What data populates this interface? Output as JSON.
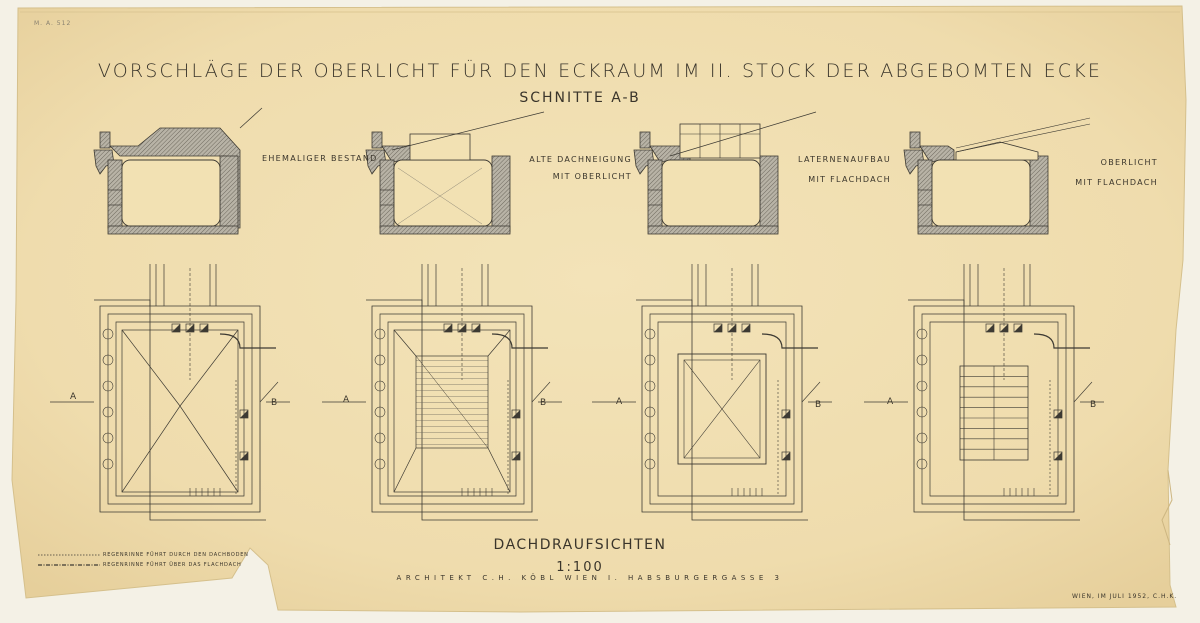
{
  "title": "VORSCHLÄGE DER OBERLICHT FÜR DEN ECKRAUM IM II. STOCK DER ABGEBOMTEN ECKE",
  "subtitle": "SCHNITTE A-B",
  "sections": [
    {
      "label_line1": "EHEMALIGER BESTAND",
      "label_line2": ""
    },
    {
      "label_line1": "ALTE DACHNEIGUNG",
      "label_line2": "MIT OBERLICHT"
    },
    {
      "label_line1": "LATERNENAUFBAU",
      "label_line2": "MIT FLACHDACH"
    },
    {
      "label_line1": "OBERLICHT",
      "label_line2": "MIT FLACHDACH"
    }
  ],
  "cut_marks": {
    "a": "A",
    "b": "B"
  },
  "plan_title": "DACHDRAUFSICHTEN",
  "scale": "1:100",
  "architect": "ARCHITEKT C.H. KÖBL WIEN I. HABSBURGERGASSE 3",
  "legend": [
    "REGENRINNE FÜHRT DURCH DEN DACHBODEN",
    "REGENRINNE FÜHRT ÜBER DAS FLACHDACH"
  ],
  "corner_note_left": "M. A. 512",
  "corner_note_right": "WIEN, IM JULI 1952, C.H.K."
}
